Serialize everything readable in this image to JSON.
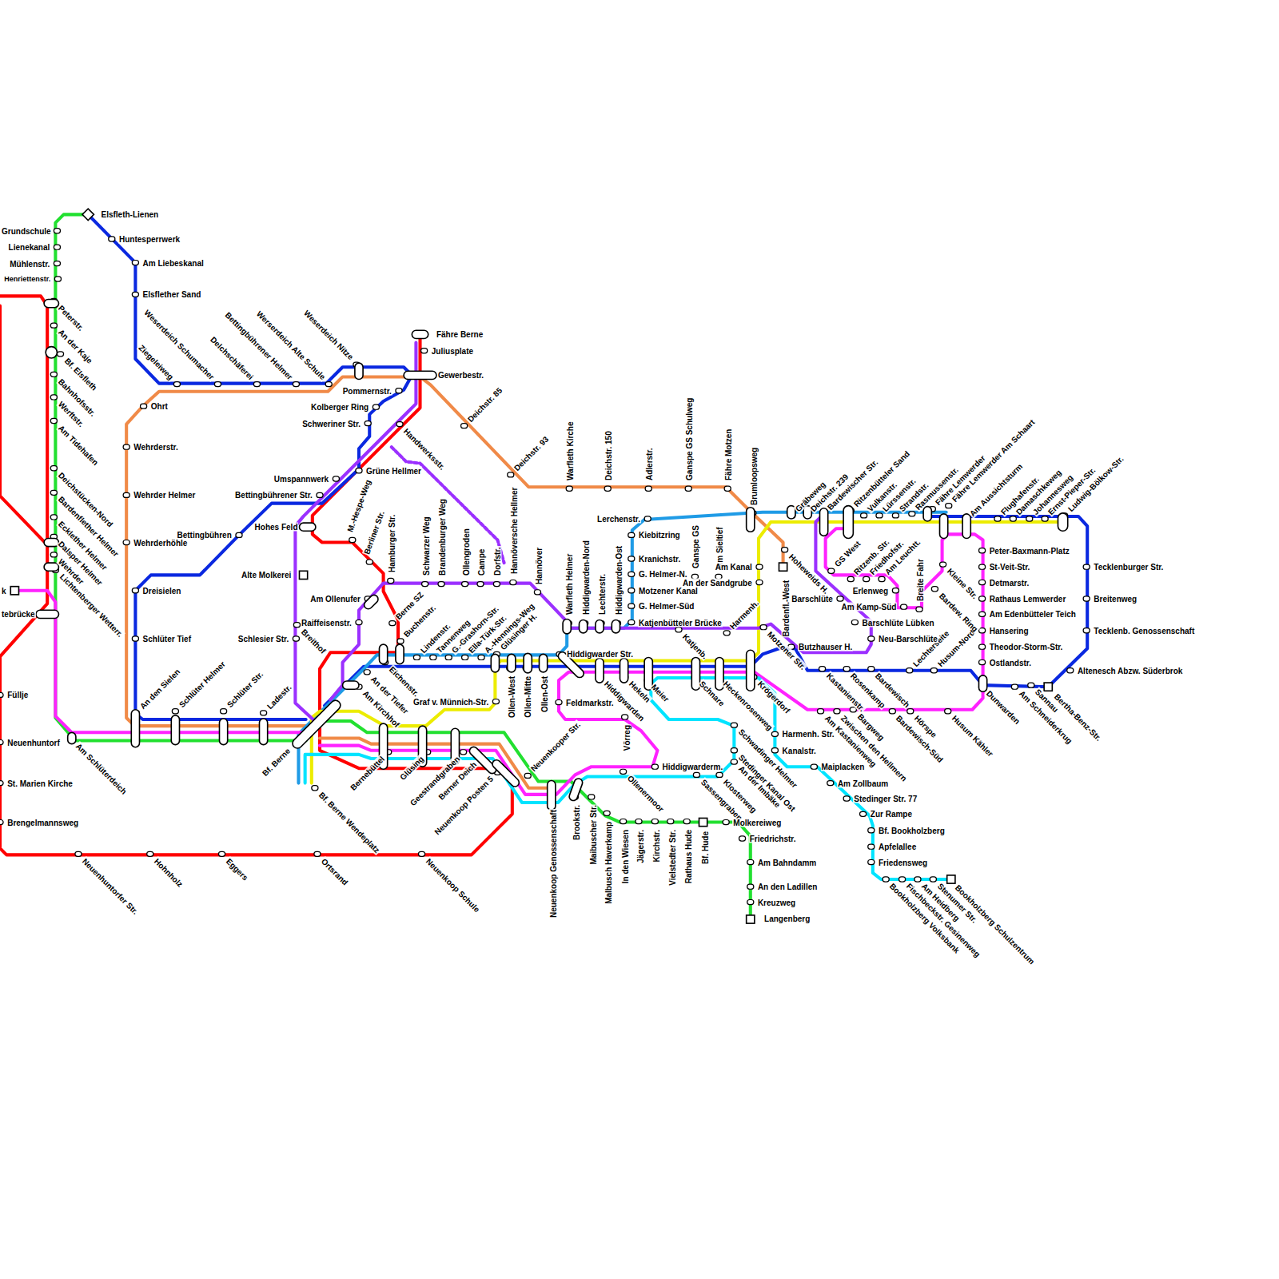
{
  "diagram": {
    "labels": [
      "Elsfleth-Lienen",
      "Huntesperrwerk",
      "Am Liebeskanal",
      "Elsflether Sand",
      "Grundschule",
      "Lienekanal",
      "Mühlenstr.",
      "Henriettenstr.",
      "Peterstr.",
      "An der Kaje",
      "Bf. Elsfleth",
      "Bahnhofsstr.",
      "Werftstr.",
      "Am Tidehafen",
      "Deichstücken-Nord",
      "Bardenflether Helmer",
      "Ecklether Helmer",
      "Dalsper Helmer",
      "Wehrder",
      "Lichtenberger Wetterr.",
      "k",
      "tebrücke",
      "Füllje",
      "Neuenhuntorf",
      "St. Marien Kirche",
      "Brengelmannsweg",
      "Neuenhuntorfer Str.",
      "Hohnholz",
      "Eggers",
      "Ortsrand",
      "Neuenkoop Schule",
      "Am Schlüterdeich",
      "An den Sielen",
      "Schlüter Helmer",
      "Schlüter Str.",
      "Ladestr.",
      "Bf. Berne",
      "Bf. Berne Wendeplatz",
      "Ohrt",
      "Wehrderstr.",
      "Wehrder Helmer",
      "Wehrderhöhle",
      "Dreisielen",
      "Schlüter Tief",
      "Ziegeleiweg",
      "Weserdeich Schumacher",
      "Delchschäferei",
      "Bettingbührener Helmer",
      "Werserdeich Alte Schule",
      "Weserdeich Nitze",
      "Fähre Berne",
      "Juliusplate",
      "Gewerbestr.",
      "Pommernstr.",
      "Kolberger Ring",
      "Schweriner Str.",
      "Deichstr. 85",
      "Handwerksstr.",
      "Grüne Hellmer",
      "Umspannwerk",
      "Bettingbührener Str.",
      "Hohes Feld",
      "Bettingbühren",
      "M.-Hespe-Weg",
      "Berliner Str.",
      "Alte Molkerei",
      "Hamburger Str.",
      "Schwarzer Weg",
      "Brandenburger Weg",
      "Ollengroden",
      "Campe",
      "Dorfstr.",
      "Hannöversche Hellmer",
      "Hannöver",
      "Am Ollenufer",
      "Berne SZ",
      "Raiffeisenstr.",
      "Buchenstr.",
      "Lindenstr.",
      "Tannenweg",
      "G.-Grashorn-Str.",
      "Ella-Türk-Str.",
      "A.-Hennings-Weg",
      "Glüsinger H.",
      "Schlesier Str.",
      "Breithof",
      "Eichenstr.",
      "An der Tiefer",
      "Am Kirchhof",
      "Graf v. Münnich-Str.",
      "Ollen-West",
      "Ollen-Mitte",
      "Ollen-Ost",
      "Hiddigwarder Str.",
      "Feldmarkstr.",
      "Warfleth Helmer",
      "Hiddigwarden-Nord",
      "Lechterstr.",
      "Hiddigwarden-Ost",
      "Katjenbütteler Brücke",
      "Kiebitzring",
      "Kranichstr.",
      "G. Helmer-N.",
      "Motzener Kanal",
      "G. Helmer-Süd",
      "Lerchenstr.",
      "Ganspe GS",
      "Am Sieltief",
      "Am Kanal",
      "An der Sandgrube",
      "Katjenb.",
      "Harmenh.",
      "Warfleth Kirche",
      "Deichstr. 150",
      "Adlerstr.",
      "Ganspe GS Schulweg",
      "Fähre Motzen",
      "Deichstr. 93",
      "Brumloopsweg",
      "Bardenfl.-West",
      "Hoheweids H.",
      "Motzener Str.",
      "Butzhauser H.",
      "Krögerdorf",
      "Heckenrosenweg",
      "Schnare",
      "Meier",
      "Hekeln",
      "Hiddigwarden",
      "Vörreg",
      "Hiddigwarderm.",
      "Ollenermoor",
      "Sassengraben",
      "Klosterweg",
      "An der Imbäke",
      "Stedinger Kanal Ost",
      "Schwadinger Helmer",
      "Harmenh. Str.",
      "Kanalstr.",
      "Maiplacken",
      "Am Zollbaum",
      "Stedinger Str. 77",
      "Zur Rampe",
      "Bf. Bookholzberg",
      "Apfelallee",
      "Friedensweg",
      "Bookholzberg Volksbank",
      "Fischbeckstr. Gesinenweg",
      "Am Heidberg",
      "Stenumer Str.",
      "Bookholzberg Schulzentrum",
      "Molkereiweg",
      "Friedrichstr.",
      "Am Bahndamm",
      "An den Ladillen",
      "Kreuzweg",
      "Langenberg",
      "Bf. Hude",
      "Rathaus Hude",
      "Vielstedter Str.",
      "Kirchstr.",
      "Jägerstr.",
      "In den Wiesen",
      "Malbusch Haverkamp",
      "Maibuscher Str.",
      "Brookstr.",
      "Neuenkoop Genossenschaft",
      "Neuenkooper Str.",
      "Neuenkoop Posten 5",
      "Berner Deich",
      "Geestrandgraben",
      "Glüsing",
      "Bernebüttel",
      "Gräbeweg",
      "Deichstr. 239",
      "Bardewischer Str.",
      "Ritzenbütteler Sand",
      "Vulkanstr.",
      "Lürssenstr.",
      "Strandstr.",
      "Rasmussenstr.",
      "Fähre Lemwerder",
      "Fähre Lemwerder Am Schaart",
      "Am Aussichtsturm",
      "Flughafenstr.",
      "Damaschkeweg",
      "Johannesweg",
      "Ernst-Pieper-Str.",
      "Ludwig-Bölkow-Str.",
      "Tecklenburger Str.",
      "Breitenweg",
      "Tecklenb. Genossenschaft",
      "Altenesch Abzw. Süderbrok",
      "Bertha-Benz-Str.",
      "Sannau",
      "Am Schneiderkrug",
      "Dunwarden",
      "Peter-Baxmann-Platz",
      "St-Veit-Str.",
      "Detmarstr.",
      "Rathaus Lemwerder",
      "Am Edenbütteler Teich",
      "Hansering",
      "Theodor-Storm-Str.",
      "Ostlandstr.",
      "Lechterseite",
      "Husum-Nord",
      "Husum Kähler",
      "Hörspe",
      "Bardewisch-Süd",
      "Bargweg",
      "Zwischen den Hellmern",
      "Am Kastanienweg",
      "Kastanienstr.",
      "Rosenkamp",
      "Bardewisch",
      "Bardew. Ring",
      "Kleine Str.",
      "Breite Fahr",
      "Am Leuchtt.",
      "Friedhofstr.",
      "Ritzenb. Str.",
      "GS West",
      "Erlenweg",
      "Am Kamp-Süd",
      "Barschlüte",
      "Barschlüte Lübken",
      "Neu-Barschlüte"
    ]
  }
}
